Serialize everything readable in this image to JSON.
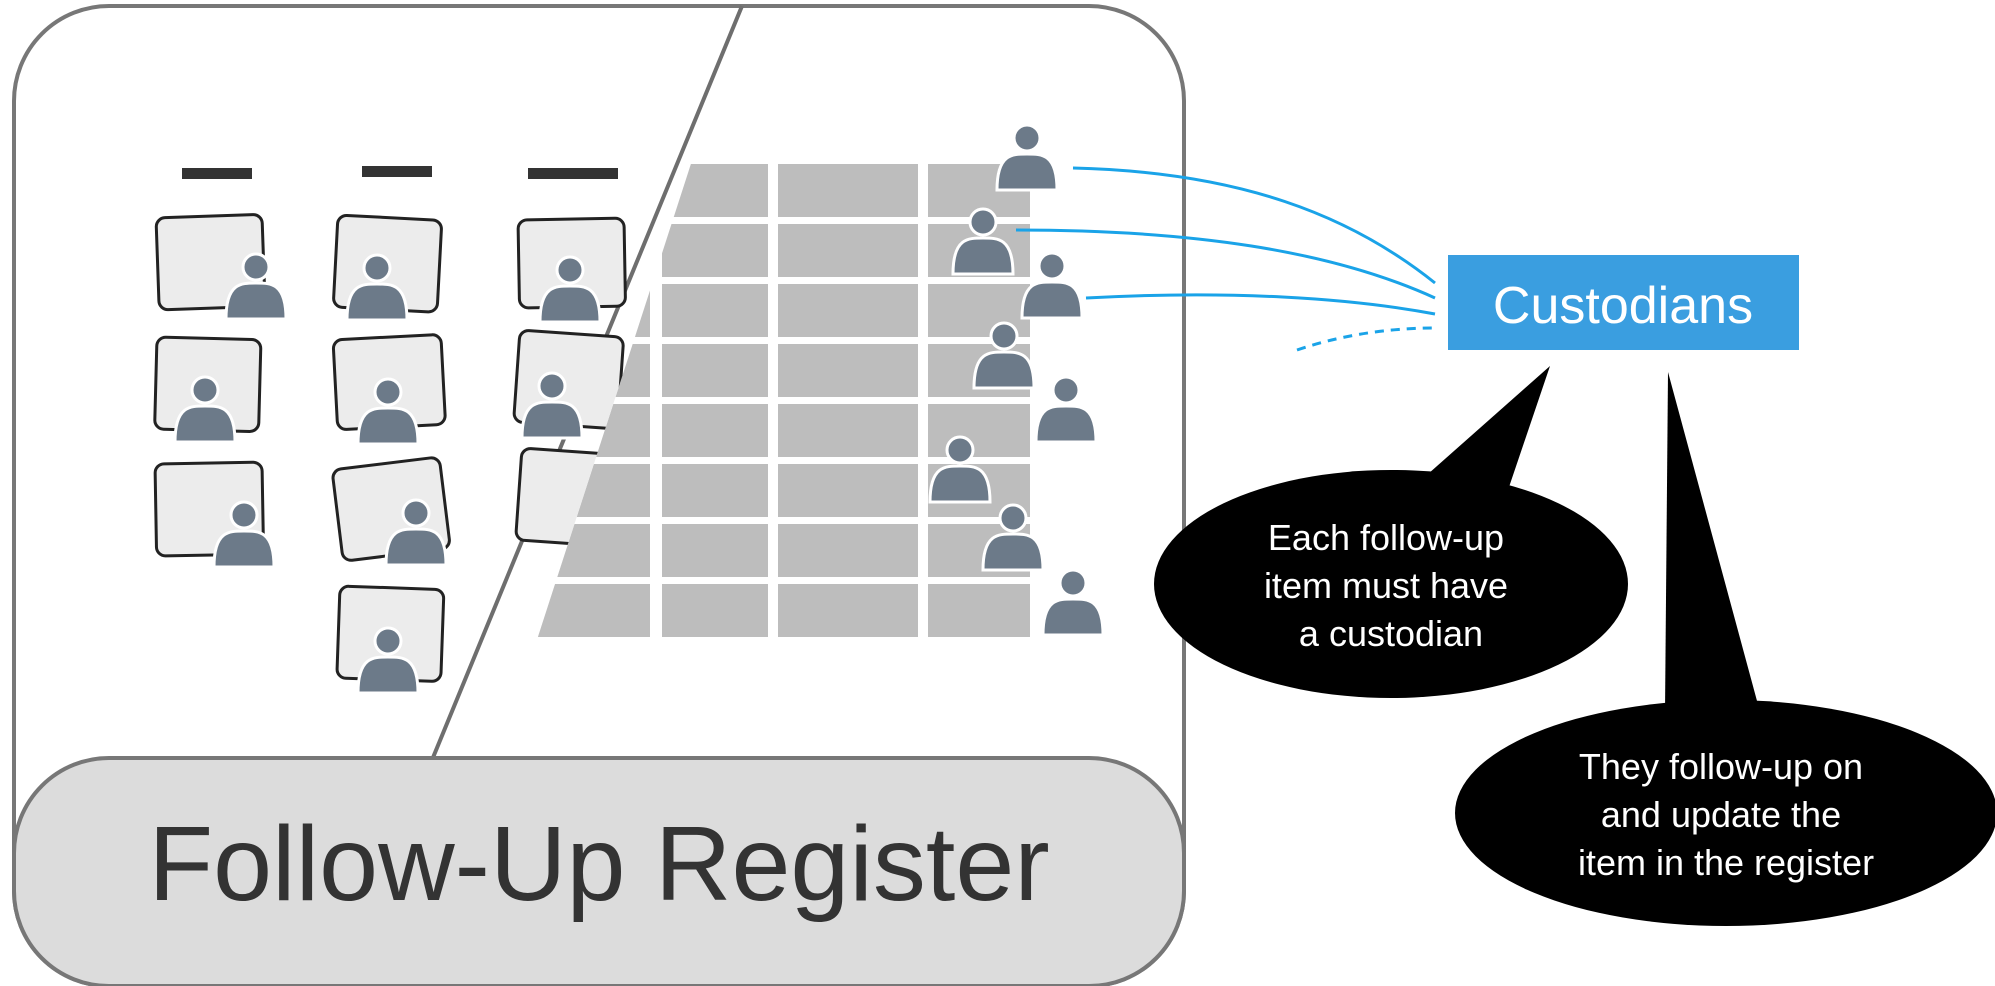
{
  "register": {
    "title": "Follow-Up Register"
  },
  "custodians": {
    "label": "Custodians"
  },
  "callouts": [
    {
      "lines": [
        "Each follow-up",
        "item must have",
        "a custodian"
      ]
    },
    {
      "lines": [
        "They follow-up on",
        "and update the",
        "item in the register"
      ]
    }
  ],
  "colors": {
    "accent_blue": "#3a9ee0",
    "connector_blue": "#1aa3e8",
    "person_fill": "#6c7a89",
    "frame_stroke": "#777777",
    "title_band": "#dcdcdc",
    "grid_cell": "#bdbdbd",
    "callout_fill": "#000000"
  }
}
